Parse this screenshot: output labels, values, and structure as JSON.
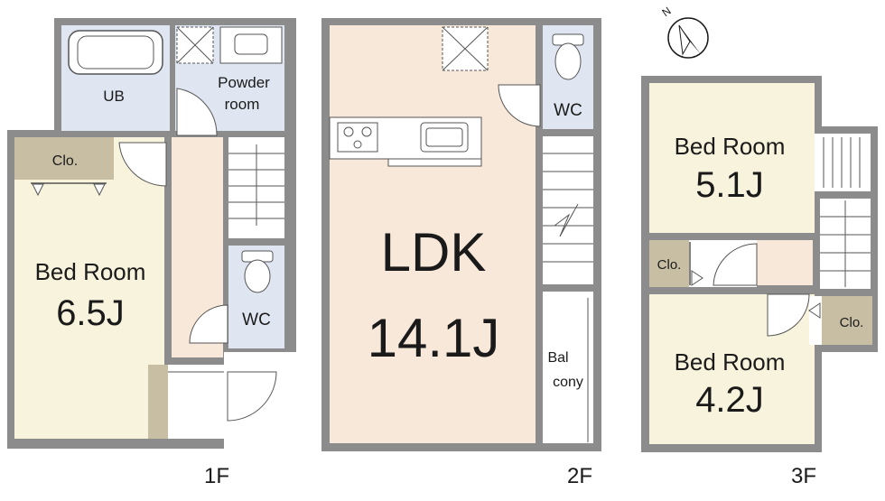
{
  "colors": {
    "wall": "#8c8c8c",
    "bed_room": "#f8f3dc",
    "ldk": "#f7e8d9",
    "wet_area": "#dfe6f1",
    "closet": "#c7bea3",
    "hall": "#f7e8d9",
    "white": "#ffffff"
  },
  "floors": [
    {
      "label": "1F",
      "rooms": {
        "ub": "UB",
        "powder_line1": "Powder",
        "powder_line2": "room",
        "closet": "Clo.",
        "bed_name": "Bed Room",
        "bed_size": "6.5J",
        "wc": "WC"
      }
    },
    {
      "label": "2F",
      "rooms": {
        "wc": "WC",
        "ldk_name": "LDK",
        "ldk_size": "14.1J",
        "balcony_line1": "Bal",
        "balcony_line2": "cony"
      }
    },
    {
      "label": "3F",
      "rooms": {
        "bed1_name": "Bed Room",
        "bed1_size": "5.1J",
        "closet1": "Clo.",
        "closet2": "Clo.",
        "bed2_name": "Bed Room",
        "bed2_size": "4.2J"
      }
    }
  ],
  "compass": {
    "north_label": "N"
  }
}
